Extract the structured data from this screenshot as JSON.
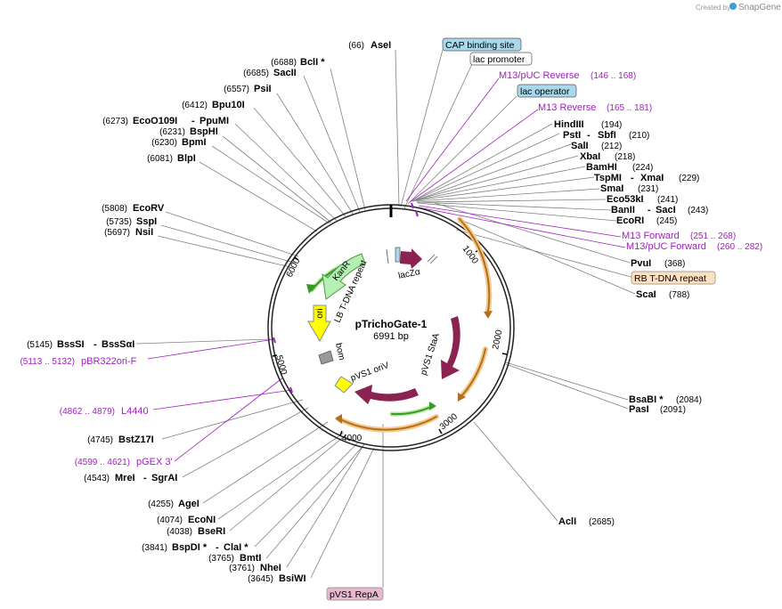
{
  "brand": {
    "created_by": "Created by",
    "name": "SnapGene"
  },
  "plasmid": {
    "name": "pTrichoGate-1",
    "length": "6991 bp"
  },
  "ticks": [
    "1000",
    "2000",
    "3000",
    "4000",
    "5000",
    "6000"
  ],
  "features": [
    {
      "name": "KanR",
      "color": "#b4f0b4"
    },
    {
      "name": "ori",
      "color": "#ffff00"
    },
    {
      "name": "LB T-DNA repeat",
      "color": "#ffffff"
    },
    {
      "name": "lacZα",
      "color": "#8b2252"
    },
    {
      "name": "bom",
      "color": "#999999"
    },
    {
      "name": "pVS1 StaA",
      "color": "#8b2252"
    },
    {
      "name": "pVS1 oriV",
      "color": "#ffff00"
    }
  ],
  "boxed_features": [
    {
      "name": "CAP binding site",
      "color": "#a8d8ea"
    },
    {
      "name": "lac promoter",
      "color": "#ffffff"
    },
    {
      "name": "lac operator",
      "color": "#a8d8ea"
    },
    {
      "name": "RB T-DNA repeat",
      "color": "#fde0c0"
    },
    {
      "name": "pVS1 RepA",
      "color": "#e8b8d0"
    }
  ],
  "sites_right": [
    {
      "name": "HindIII",
      "pos": "(194)"
    },
    {
      "name": "PstI",
      "name2": "SbfI",
      "pos": "(210)"
    },
    {
      "name": "SalI",
      "pos": "(212)"
    },
    {
      "name": "XbaI",
      "pos": "(218)"
    },
    {
      "name": "BamHI",
      "pos": "(224)"
    },
    {
      "name": "TspMI",
      "name2": "XmaI",
      "pos": "(229)"
    },
    {
      "name": "SmaI",
      "pos": "(231)"
    },
    {
      "name": "Eco53kI",
      "pos": "(241)"
    },
    {
      "name": "BanII",
      "name2": "SacI",
      "pos": "(243)"
    },
    {
      "name": "EcoRI",
      "pos": "(245)"
    },
    {
      "name": "PvuI",
      "pos": "(368)"
    },
    {
      "name": "ScaI",
      "pos": "(788)"
    },
    {
      "name": "BsaBI *",
      "pos": "(2084)"
    },
    {
      "name": "PasI",
      "pos": "(2091)"
    },
    {
      "name": "AclI",
      "pos": "(2685)"
    }
  ],
  "primers_right": [
    {
      "name": "M13/pUC Reverse",
      "range": "(146 .. 168)"
    },
    {
      "name": "M13 Reverse",
      "range": "(165 .. 181)"
    },
    {
      "name": "M13 Forward",
      "range": "(251 .. 268)"
    },
    {
      "name": "M13/pUC Forward",
      "range": "(260 .. 282)"
    }
  ],
  "sites_left": [
    {
      "name": "AseI",
      "pos": "(66)"
    },
    {
      "name": "BclI *",
      "pos": "(6688)"
    },
    {
      "name": "SacII",
      "pos": "(6685)"
    },
    {
      "name": "PsiI",
      "pos": "(6557)"
    },
    {
      "name": "Bpu10I",
      "pos": "(6412)"
    },
    {
      "name": "EcoO109I",
      "name2": "PpuMI",
      "pos": "(6273)"
    },
    {
      "name": "BspHI",
      "pos": "(6231)"
    },
    {
      "name": "BpmI",
      "pos": "(6230)"
    },
    {
      "name": "BlpI",
      "pos": "(6081)"
    },
    {
      "name": "EcoRV",
      "pos": "(5808)"
    },
    {
      "name": "SspI",
      "pos": "(5735)"
    },
    {
      "name": "NsiI",
      "pos": "(5697)"
    },
    {
      "name": "BssSI",
      "name2": "BssSαI",
      "pos": "(5145)"
    },
    {
      "name": "BstZ17I",
      "pos": "(4745)"
    },
    {
      "name": "MreI",
      "name2": "SgrAI",
      "pos": "(4543)"
    },
    {
      "name": "AgeI",
      "pos": "(4255)"
    },
    {
      "name": "EcoNI",
      "pos": "(4074)"
    },
    {
      "name": "BseRI",
      "pos": "(4038)"
    },
    {
      "name": "BspDI *",
      "name2": "ClaI *",
      "pos": "(3841)"
    },
    {
      "name": "BmtI",
      "pos": "(3765)"
    },
    {
      "name": "NheI",
      "pos": "(3761)"
    },
    {
      "name": "BsiWI",
      "pos": "(3645)"
    }
  ],
  "primers_left": [
    {
      "name": "pBR322ori-F",
      "range": "(5113 .. 5132)"
    },
    {
      "name": "L4440",
      "range": "(4862 .. 4879)"
    },
    {
      "name": "pGEX 3'",
      "range": "(4599 .. 4621)"
    }
  ],
  "colors": {
    "primer": "#a020c0",
    "backbone": "#222222",
    "leader": "#808080"
  }
}
